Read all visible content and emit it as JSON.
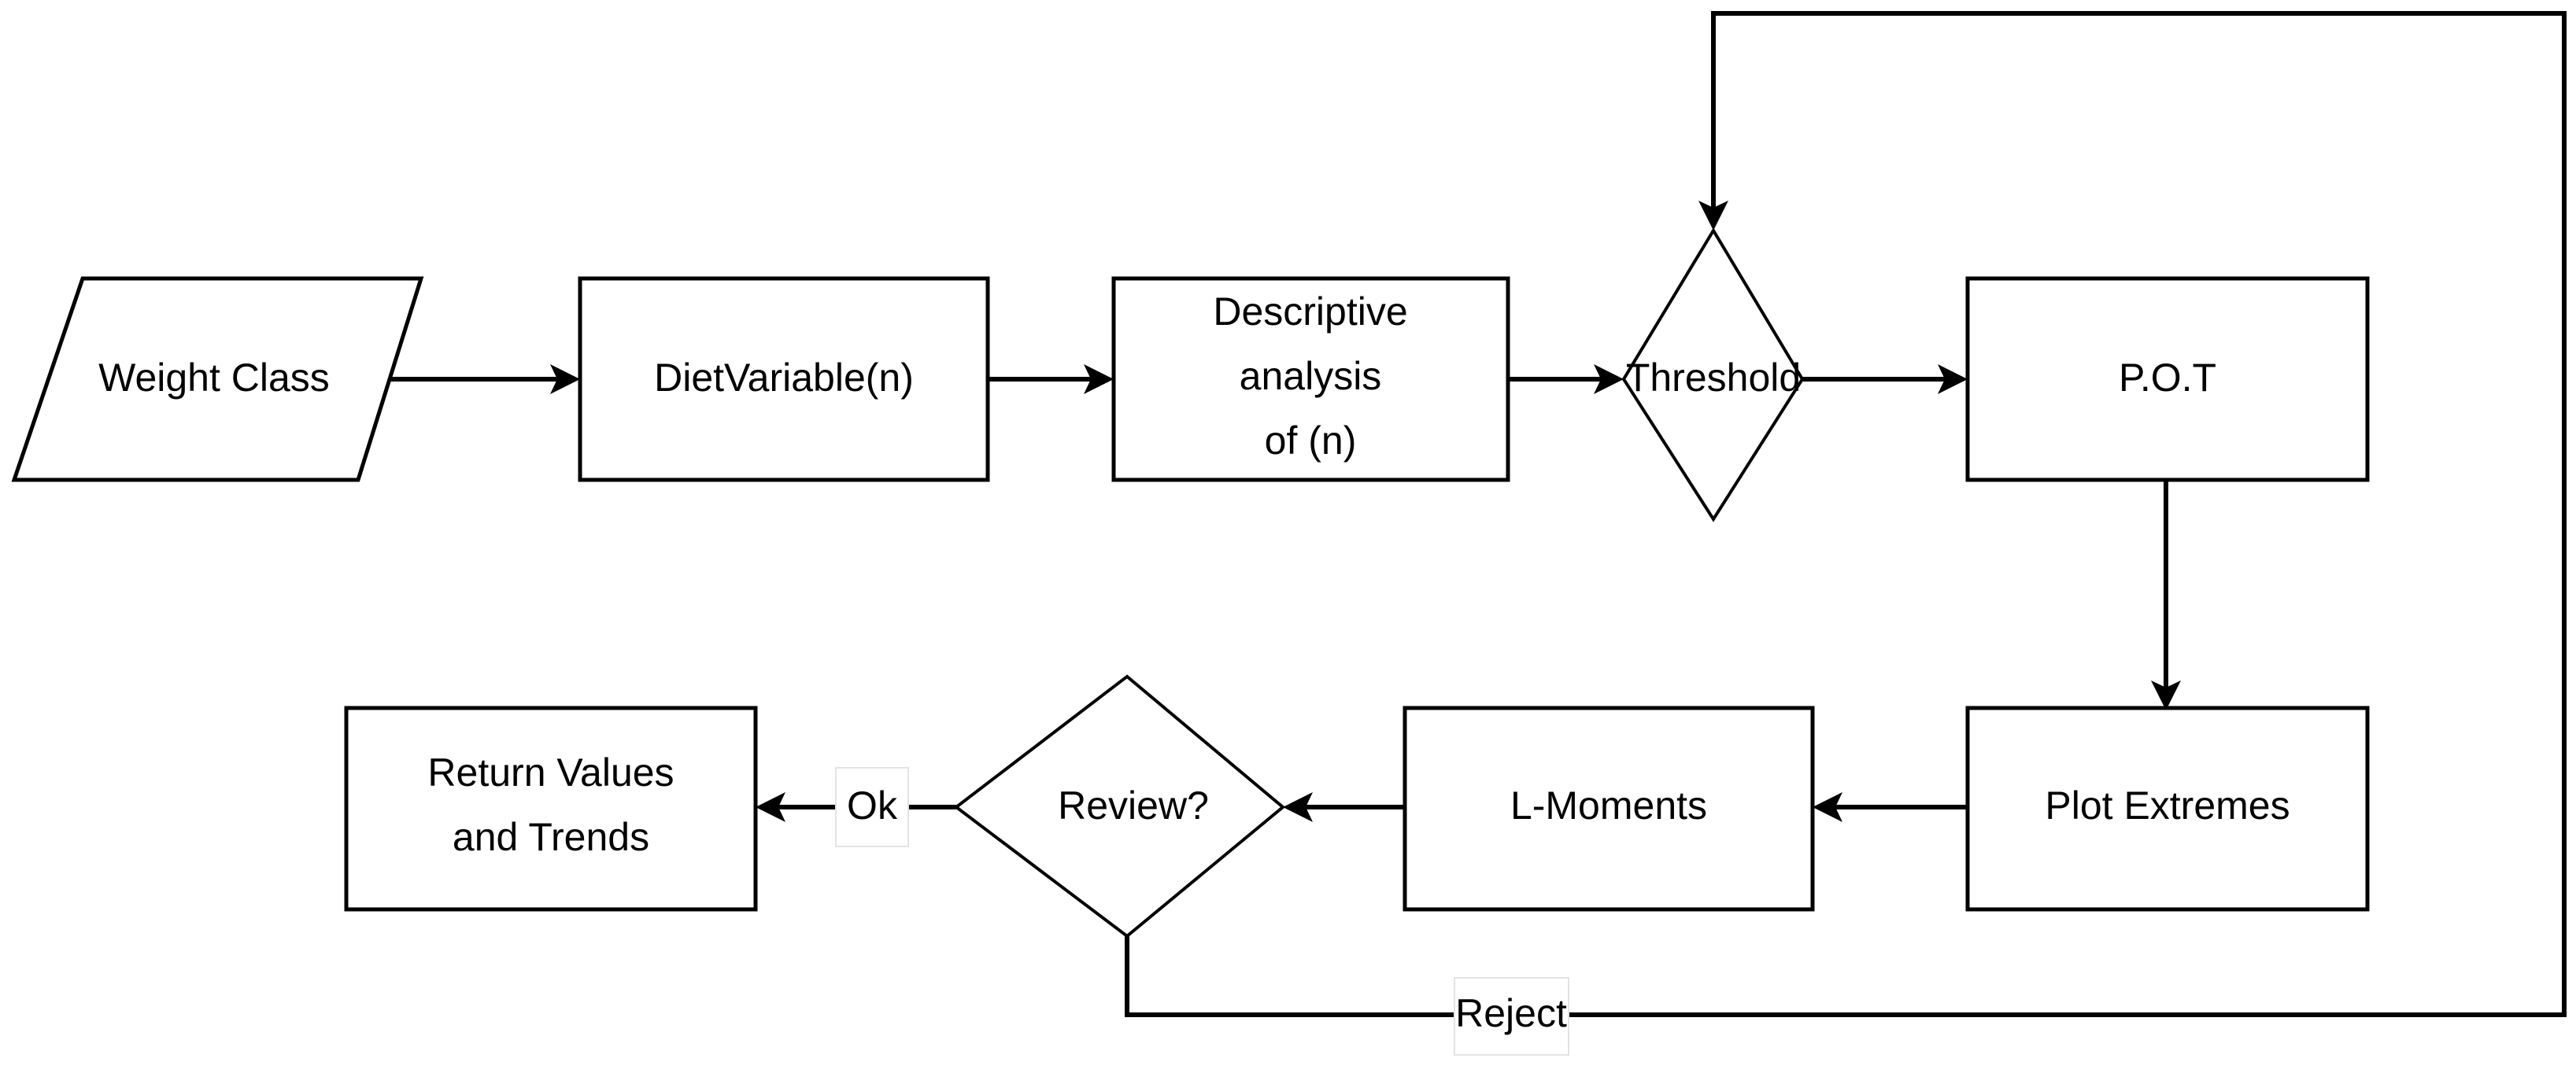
{
  "diagram": {
    "type": "flowchart",
    "background_color": "#ffffff",
    "stroke_color": "#000000",
    "label_box_border_color": "#e3e3e3",
    "nodes": [
      {
        "id": "weight-class",
        "shape": "parallelogram",
        "label": "Weight Class",
        "lines": [
          "Weight Class"
        ]
      },
      {
        "id": "diet-variable",
        "shape": "rectangle",
        "label": "DietVariable(n)",
        "lines": [
          "DietVariable(n)"
        ]
      },
      {
        "id": "descriptive-analysis",
        "shape": "rectangle",
        "label": "Descriptive analysis of (n)",
        "lines": [
          "Descriptive",
          "analysis",
          "of (n)"
        ]
      },
      {
        "id": "threshold",
        "shape": "diamond",
        "label": "Threshold",
        "lines": [
          "Threshold"
        ]
      },
      {
        "id": "pot",
        "shape": "rectangle",
        "label": "P.O.T",
        "lines": [
          "P.O.T"
        ]
      },
      {
        "id": "plot-extremes",
        "shape": "rectangle",
        "label": "Plot Extremes",
        "lines": [
          "Plot Extremes"
        ]
      },
      {
        "id": "l-moments",
        "shape": "rectangle",
        "label": "L-Moments",
        "lines": [
          "L-Moments"
        ]
      },
      {
        "id": "review",
        "shape": "diamond",
        "label": "Review?",
        "lines": [
          "Review?"
        ]
      },
      {
        "id": "return-values",
        "shape": "rectangle",
        "label": "Return Values and Trends",
        "lines": [
          "Return Values",
          "and Trends"
        ]
      }
    ],
    "edges": [
      {
        "id": "e1",
        "from": "weight-class",
        "to": "diet-variable",
        "label": ""
      },
      {
        "id": "e2",
        "from": "diet-variable",
        "to": "descriptive-analysis",
        "label": ""
      },
      {
        "id": "e3",
        "from": "descriptive-analysis",
        "to": "threshold",
        "label": ""
      },
      {
        "id": "e4",
        "from": "threshold",
        "to": "pot",
        "label": ""
      },
      {
        "id": "e5",
        "from": "pot",
        "to": "plot-extremes",
        "label": ""
      },
      {
        "id": "e6",
        "from": "plot-extremes",
        "to": "l-moments",
        "label": ""
      },
      {
        "id": "e7",
        "from": "l-moments",
        "to": "review",
        "label": ""
      },
      {
        "id": "e8",
        "from": "review",
        "to": "return-values",
        "label": "Ok"
      },
      {
        "id": "e9",
        "from": "review",
        "to": "threshold",
        "label": "Reject"
      }
    ],
    "edge_labels": {
      "ok": "Ok",
      "reject": "Reject"
    }
  }
}
